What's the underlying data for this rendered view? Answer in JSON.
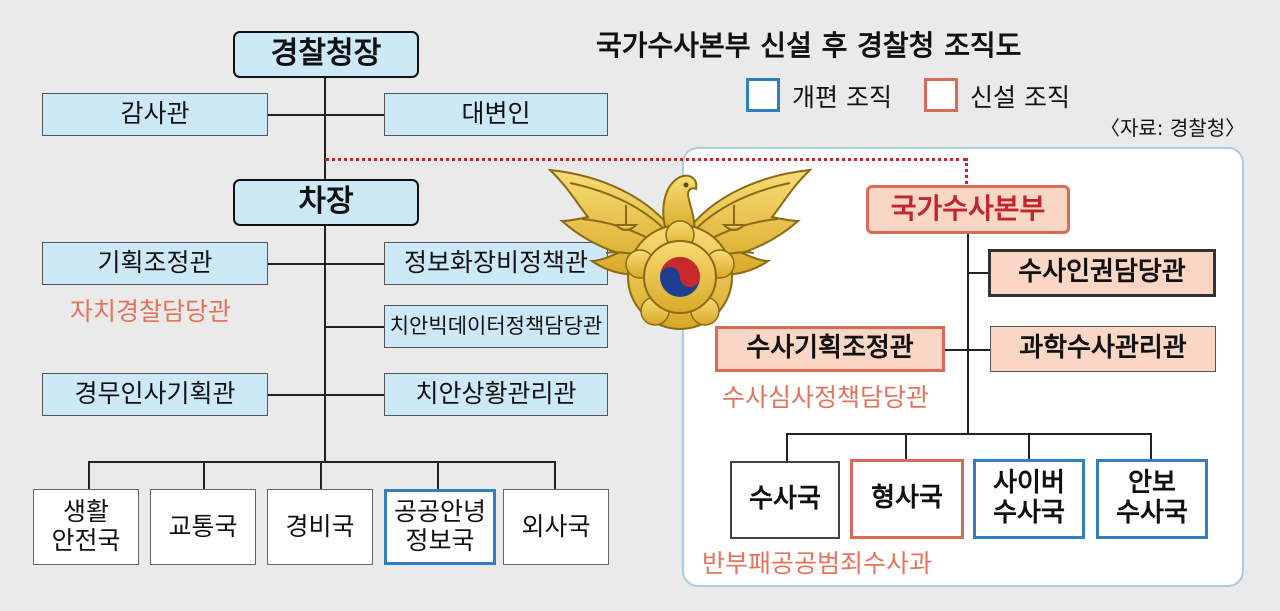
{
  "title": "국가수사본부 신설 후 경찰청 조직도",
  "legend": {
    "reorganized": "개편 조직",
    "new": "신설 조직",
    "reorganized_color": "#2f7fc1",
    "new_color": "#d86c56"
  },
  "source": "〈자료: 경찰청〉",
  "left": {
    "commissioner": "경찰청장",
    "audit": "감사관",
    "spokesperson": "대변인",
    "deputy": "차장",
    "planning": "기획조정관",
    "planning_note": "자치경찰담당관",
    "info_policy": "정보화장비정책관",
    "bigdata": "치안빅데이터정책담당관",
    "personnel": "경무인사기획관",
    "situation": "치안상황관리관",
    "bureaus": [
      "생활\n안전국",
      "교통국",
      "경비국",
      "공공안녕\n정보국",
      "외사국"
    ]
  },
  "right": {
    "nib": "국가수사본부",
    "human_rights": "수사인권담당관",
    "inv_planning": "수사기획조정관",
    "inv_planning_note": "수사심사정책담당관",
    "forensic": "과학수사관리관",
    "bureaus": [
      "수사국",
      "형사국",
      "사이버\n수사국",
      "안보\n수사국"
    ],
    "bureau_note": "반부패공공범죄수사과"
  },
  "emblem": "police-emblem-icon"
}
